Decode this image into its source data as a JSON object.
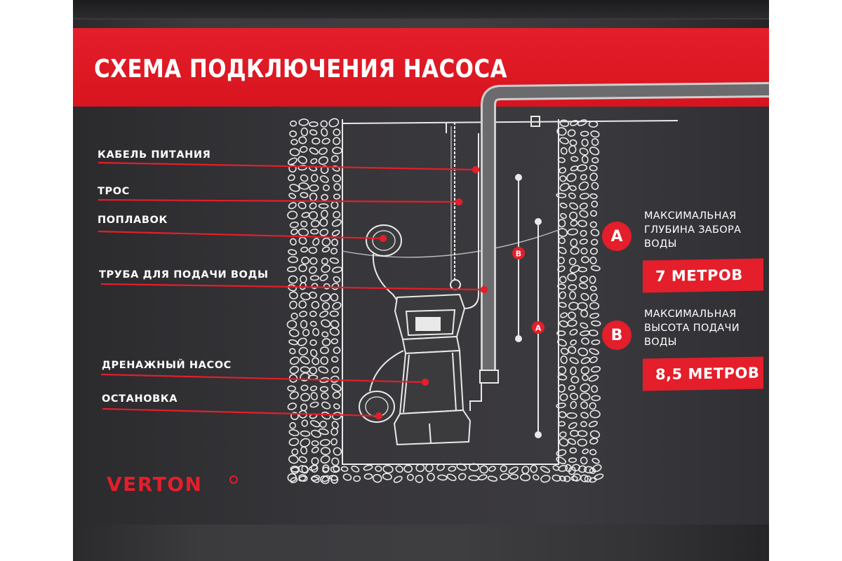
{
  "title": "СХЕМА ПОДКЛЮЧЕНИЯ НАСОСА",
  "brand": {
    "logo_text": "VERTON"
  },
  "callouts": [
    {
      "label": "КАБЕЛЬ ПИТАНИЯ"
    },
    {
      "label": "ТРОС"
    },
    {
      "label": "ПОПЛАВОК"
    },
    {
      "label": "ТРУБА ДЛЯ ПОДАЧИ ВОДЫ"
    },
    {
      "label": "ДРЕНАЖНЫЙ НАСОС"
    },
    {
      "label": "ОСТАНОВКА"
    }
  ],
  "specs": [
    {
      "marker": "A",
      "line1": "МАКСИМАЛЬНАЯ",
      "line2": "ГЛУБИНА ЗАБОРА",
      "line3": "ВОДЫ",
      "value": "7 МЕТРОВ"
    },
    {
      "marker": "B",
      "line1": "МАКСИМАЛЬНАЯ",
      "line2": "ВЫСОТА ПОДАЧИ",
      "line3": "ВОДЫ",
      "value": "8,5 МЕТРОВ"
    }
  ],
  "diagram_markers": {
    "height_marker": "B",
    "depth_marker": "A"
  },
  "colors": {
    "accent": "#e41e2a",
    "panel": "#3a393d",
    "line": "#ffffff"
  }
}
